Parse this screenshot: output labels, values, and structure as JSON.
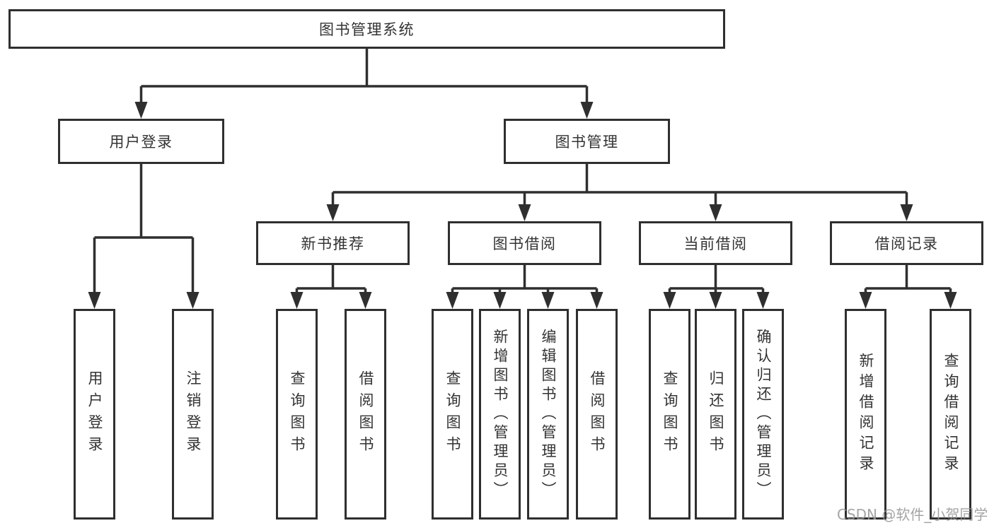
{
  "tree": {
    "root": {
      "label": "图书管理系统",
      "children": [
        {
          "label": "用户登录",
          "children": [
            {
              "label": "用户登录"
            },
            {
              "label": "注销登录"
            }
          ]
        },
        {
          "label": "图书管理",
          "children": [
            {
              "label": "新书推荐",
              "children": [
                {
                  "label": "查询图书"
                },
                {
                  "label": "借阅图书"
                }
              ]
            },
            {
              "label": "图书借阅",
              "children": [
                {
                  "label": "查询图书"
                },
                {
                  "label": "新增图书（管理员）"
                },
                {
                  "label": "编辑图书（管理员）"
                },
                {
                  "label": "借阅图书"
                }
              ]
            },
            {
              "label": "当前借阅",
              "children": [
                {
                  "label": "查询图书"
                },
                {
                  "label": "归还图书"
                },
                {
                  "label": "确认归还（管理员）"
                }
              ]
            },
            {
              "label": "借阅记录",
              "children": [
                {
                  "label": "新增借阅记录"
                },
                {
                  "label": "查询借阅记录"
                }
              ]
            }
          ]
        }
      ]
    }
  },
  "watermark": {
    "text": "CSDN @软件_小贺同学"
  },
  "colors": {
    "line": "#2f2f2f",
    "border": "#2f2f2f",
    "text": "#333333",
    "watermark": "#949494",
    "background": "#ffffff"
  }
}
